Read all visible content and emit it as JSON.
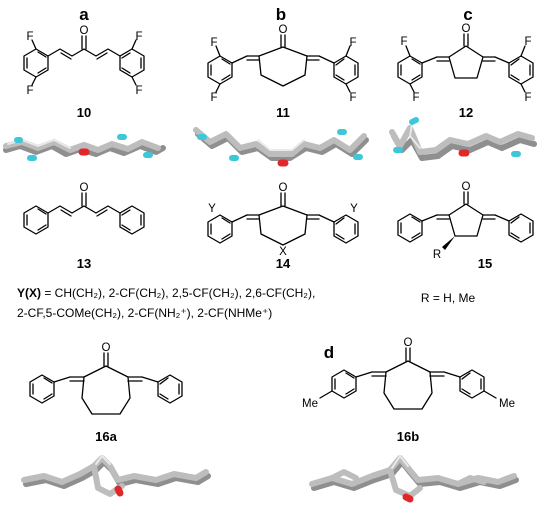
{
  "panels": {
    "a": "a",
    "b": "b",
    "c": "c",
    "d": "d"
  },
  "compounds": {
    "c10": "10",
    "c11": "11",
    "c12": "12",
    "c13": "13",
    "c14": "14",
    "c15": "15",
    "c16a": "16a",
    "c16b": "16b"
  },
  "atoms": {
    "F": "F",
    "O": "O",
    "X": "X",
    "Y": "Y",
    "R": "R",
    "Me": "Me"
  },
  "legend": {
    "yx_head": "Y(X)",
    "yx_line1": " = CH(CH₂), 2-CF(CH₂), 2,5-CF(CH₂), 2,6-CF(CH₂),",
    "yx_line2": "2-CF,5-COMe(CH₂), 2-CF(NH₂⁺), 2-CF(NHMe⁺)",
    "r_def": "R = H, Me"
  }
}
